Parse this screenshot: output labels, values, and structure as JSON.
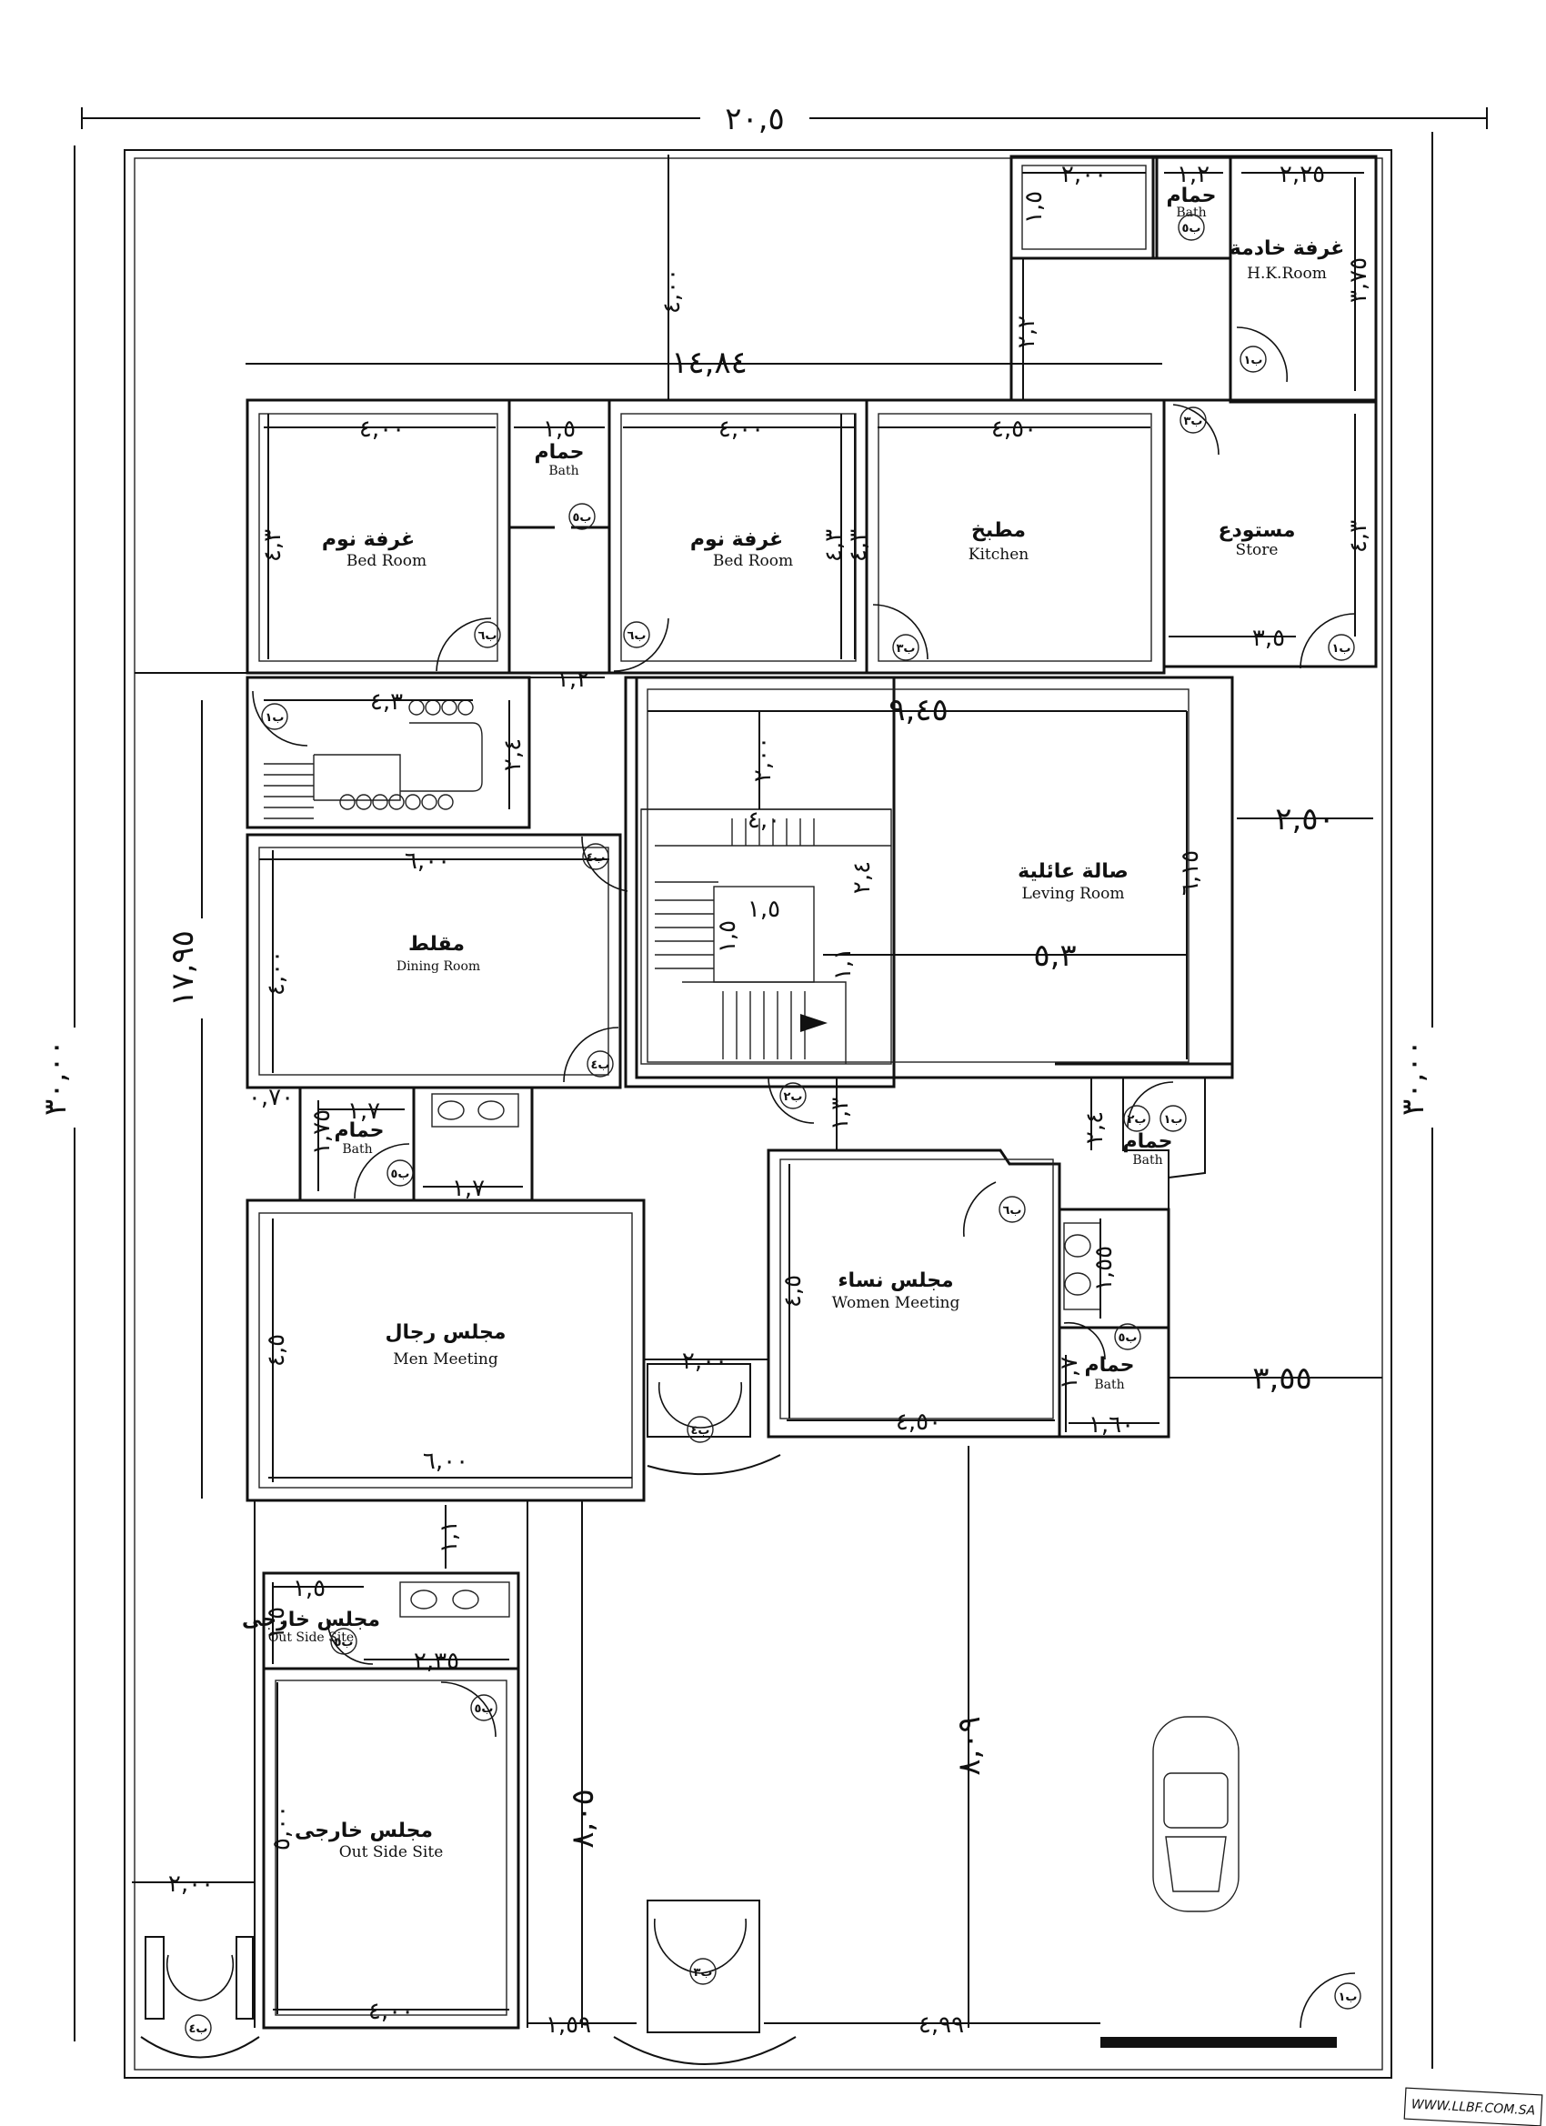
{
  "plan": {
    "overall": {
      "width": "٢٠,٥",
      "depth": "٣٠,٠٠",
      "side_depth": "١٧,٩٥"
    },
    "rooms": [
      {
        "id": "hk",
        "ar": "غرفة خادمة",
        "en": "H.K.Room"
      },
      {
        "id": "bath1",
        "ar": "حمام",
        "en": "Bath"
      },
      {
        "id": "bed1",
        "ar": "غرفة نوم",
        "en": "Bed Room"
      },
      {
        "id": "bath2",
        "ar": "حمام",
        "en": "Bath"
      },
      {
        "id": "bed2",
        "ar": "غرفة نوم",
        "en": "Bed Room"
      },
      {
        "id": "kitchen",
        "ar": "مطبخ",
        "en": "Kitchen"
      },
      {
        "id": "store",
        "ar": "مستودع",
        "en": "Store"
      },
      {
        "id": "living",
        "ar": "صالة عائلية",
        "en": "Leving Room"
      },
      {
        "id": "dining",
        "ar": "مقلط",
        "en": "Dining Room"
      },
      {
        "id": "bath3",
        "ar": "حمام",
        "en": "Bath"
      },
      {
        "id": "men",
        "ar": "مجلس رجال",
        "en": "Men Meeting"
      },
      {
        "id": "women",
        "ar": "مجلس نساء",
        "en": "Women Meeting"
      },
      {
        "id": "bath4",
        "ar": "حمام",
        "en": "Bath"
      },
      {
        "id": "bath5",
        "ar": "حمام",
        "en": "Bath"
      },
      {
        "id": "outside",
        "ar": "مجلس خارجى",
        "en": "Out Side Site"
      }
    ],
    "dimensions": {
      "d_200_top": "٢,٠٠",
      "d_12_top": "١,٢",
      "d_225": "٢,٢٥",
      "d_15_top": "١,٥",
      "d_400_v": "٤,٠٠",
      "d_22": "٢,٢",
      "d_375": "٣,٧٥",
      "d_1484": "١٤,٨٤",
      "d_bed1_w": "٤,٠٠",
      "d_bath_w": "١,٥",
      "d_bed2_w": "٤,٠٠",
      "d_kit_w": "٤,٥٠",
      "d_bed1_h": "٤,٣",
      "d_bed2_h": "٤,٣",
      "d_kit_h": "٤,٣",
      "d_store_h": "٤,٣",
      "d_12_mid": "١,٢",
      "d_35": "٣,٥",
      "d_43": "٤,٣",
      "d_24": "٢,٤",
      "d_945": "٩,٤٥",
      "d_200_mid": "٢,٠٠",
      "d_40_stair": "٤,٠",
      "d_15_stair": "١,٥",
      "d_15v_stair": "١,٥",
      "d_615": "٦,١٥",
      "d_53": "٥,٣",
      "d_11": "١,١",
      "d_24_stair": "٢,٤",
      "d_250": "٢,٥٠",
      "d_dining_w": "٦,٠٠",
      "d_dining_h": "٤,٠٠",
      "d_70": "٠,٧٠",
      "d_17a": "١,٧",
      "d_175": "١,٧٥",
      "d_17b": "١,٧",
      "d_13": "١,٣",
      "d_24_b": "٢,٤",
      "d_men_h": "٤,٥",
      "d_men_w": "٦,٠٠",
      "d_200_b": "٢,٠٠",
      "d_women_h": "٤,٥",
      "d_women_w": "٤,٥٠",
      "d_155": "١,٥٥",
      "d_17c": "١,٧",
      "d_160": "١,٦٠",
      "d_355": "٣,٥٥",
      "d_11_b": "١,١",
      "d_15_b": "١,٥",
      "d_15v_b": "١,٥",
      "d_235": "٢,٣٥",
      "d_805": "٨,٠٥",
      "d_809": "٨,٠٩",
      "d_500": "٥,٠٠",
      "d_out_w": "٤,٠٠",
      "d_200_out": "٢,٠٠",
      "d_159": "١,٥٩",
      "d_499": "٤,٩٩"
    },
    "door_tags": {
      "t1": "ب٥",
      "t2": "ب١",
      "t3": "ب٦",
      "t4": "ب٦",
      "t5": "ب٥",
      "t6": "ب٤",
      "t7": "ب٥",
      "t8": "ب١",
      "t9": "ب١",
      "t10": "ب٤",
      "t11": "ب٣",
      "t12": "ب٢",
      "t13": "ب٦",
      "t14": "ب٢",
      "t15": "ب٤",
      "t16": "ب٥",
      "t17": "ب١",
      "t18": "ب٥",
      "t19": "ب٣",
      "t20": "ب٥",
      "t21": "ب٤",
      "t22": "ب٣",
      "t23": "ب١"
    },
    "watermark": "WWW.LLBF.COM.SA"
  }
}
